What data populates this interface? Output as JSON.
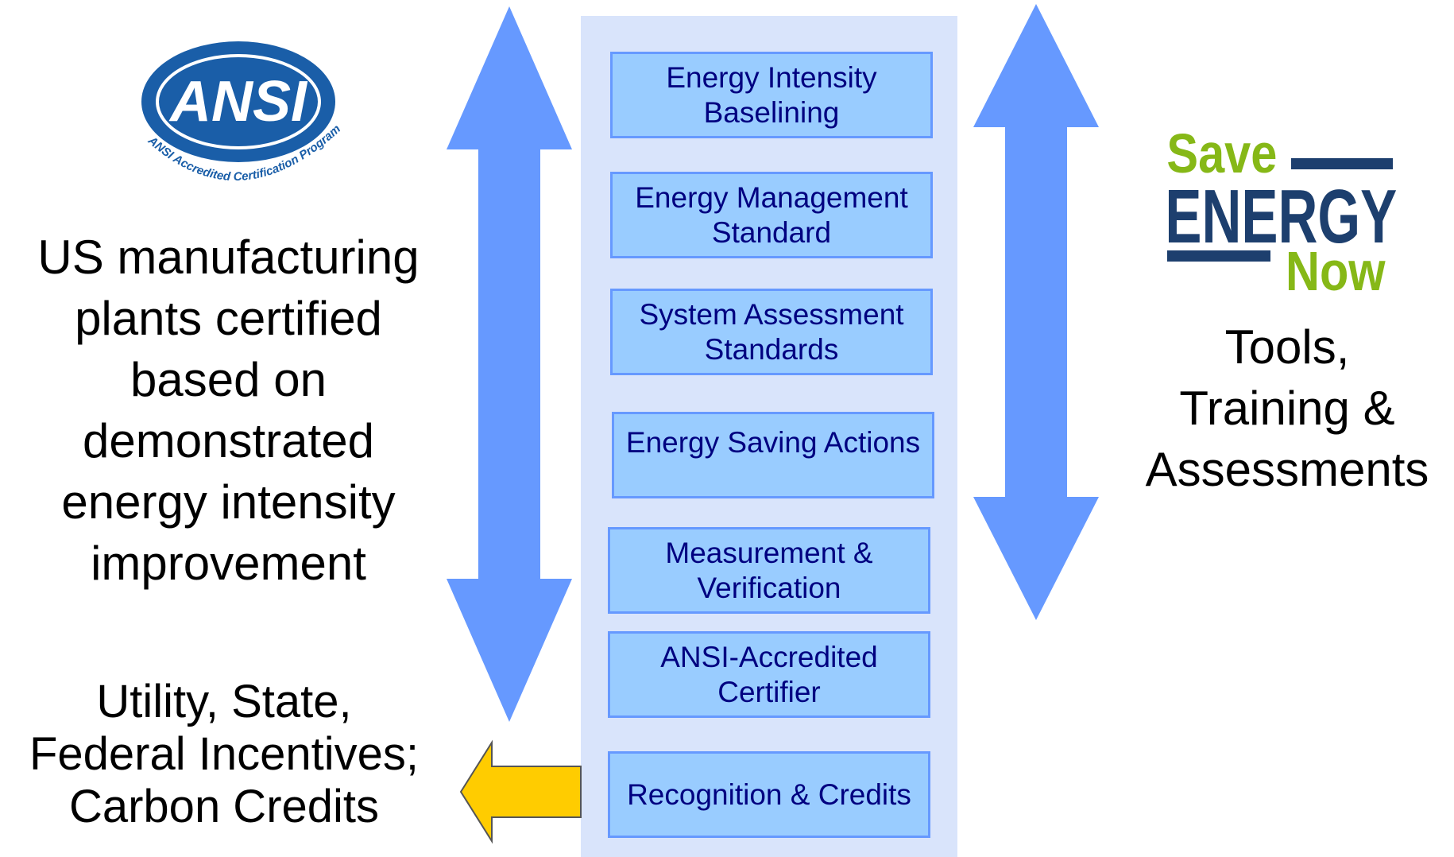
{
  "logos": {
    "ansi": {
      "text": "ANSI",
      "ring_text": "ANSI Accredited Certification Program",
      "color": "#1a5ea8"
    },
    "save_energy_now": {
      "save": "Save",
      "energy": "ENERGY",
      "now": "Now",
      "green": "#86b817",
      "navy": "#1d3f6e"
    }
  },
  "left_text": "US manufacturing\nplants certified\nbased on\ndemonstrated\nenergy intensity\nimprovement",
  "incentives_text": "Utility, State,\nFederal Incentives;\nCarbon Credits",
  "right_text": "Tools,\nTraining &\nAssessments",
  "steps": [
    {
      "label": "Energy Intensity\nBaselining"
    },
    {
      "label": "Energy Management\nStandard"
    },
    {
      "label": "System Assessment\nStandards"
    },
    {
      "label": "Energy Saving Actions"
    },
    {
      "label": "Measurement &\nVerification"
    },
    {
      "label": "ANSI-Accredited\nCertifier"
    },
    {
      "label": "Recognition & Credits"
    }
  ],
  "colors": {
    "arrow_blue": "#6699ff",
    "arrow_yellow": "#ffcc00",
    "box_fill": "#99ccff",
    "box_border": "#6699ff",
    "box_text": "#000080",
    "column_bg": "#d9e4fb"
  }
}
